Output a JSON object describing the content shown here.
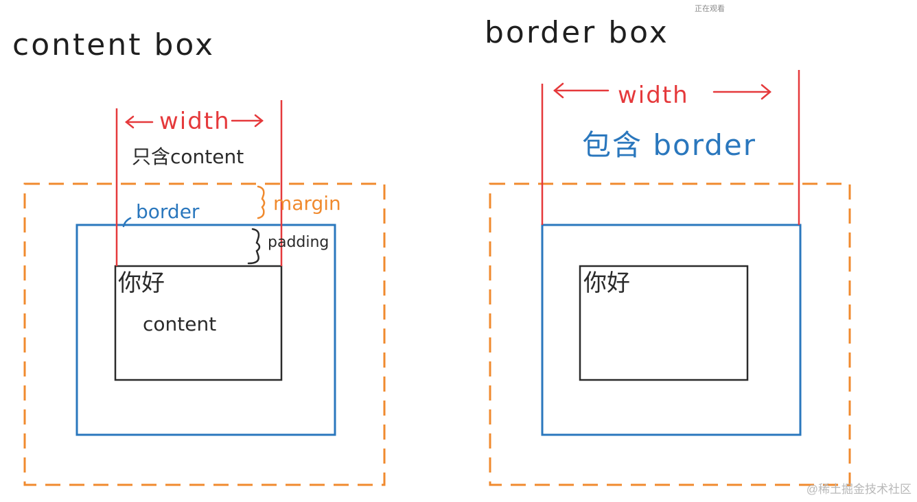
{
  "header": {
    "watch_badge": "正在观看"
  },
  "content_box": {
    "title": "content box",
    "width_label": "width",
    "only_content_note": "只含content",
    "border_label": "border",
    "margin_label": "margin",
    "padding_label": "padding",
    "content_greeting": "你好",
    "content_label": "content"
  },
  "border_box": {
    "title": "border box",
    "width_label": "width",
    "includes_border_note": "包含 border",
    "content_greeting": "你好"
  },
  "footer": {
    "watermark": "@稀土掘金技术社区"
  },
  "colors": {
    "margin": "#f08a2e",
    "border": "#2a77bd",
    "width_guide": "#e5393b",
    "content": "#2a2a2a"
  }
}
